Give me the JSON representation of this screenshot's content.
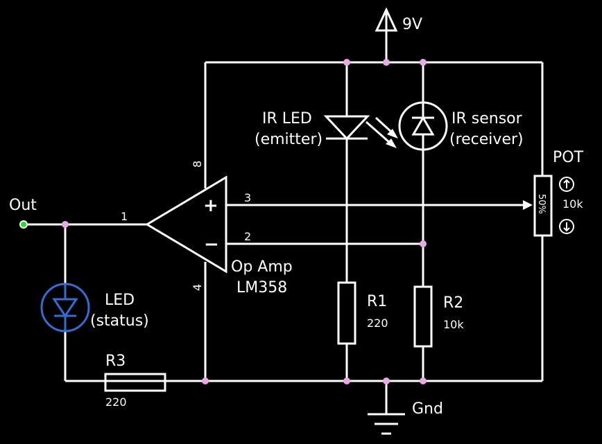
{
  "supply": {
    "label": "9V"
  },
  "ground": {
    "label": "Gnd"
  },
  "output": {
    "label": "Out"
  },
  "opamp": {
    "name": "Op Amp",
    "part": "LM358",
    "plus_symbol": "+",
    "minus_symbol": "−",
    "pins": {
      "out": "1",
      "inv": "2",
      "noninv": "3",
      "gnd": "4",
      "vcc": "8"
    }
  },
  "ir_led": {
    "line1": "IR LED",
    "line2": "(emitter)"
  },
  "ir_sensor": {
    "line1": "IR sensor",
    "line2": "(receiver)"
  },
  "pot": {
    "name": "POT",
    "value": "10k",
    "position": "50%"
  },
  "r1": {
    "name": "R1",
    "value": "220"
  },
  "r2": {
    "name": "R2",
    "value": "10k"
  },
  "r3": {
    "name": "R3",
    "value": "220"
  },
  "status_led": {
    "line1": "LED",
    "line2": "(status)"
  },
  "colors": {
    "background": "#000000",
    "wire": "#ffffff",
    "node": "#e9a9e6",
    "status_led": "#2f6fd6",
    "out_terminal": "#22dd22"
  }
}
